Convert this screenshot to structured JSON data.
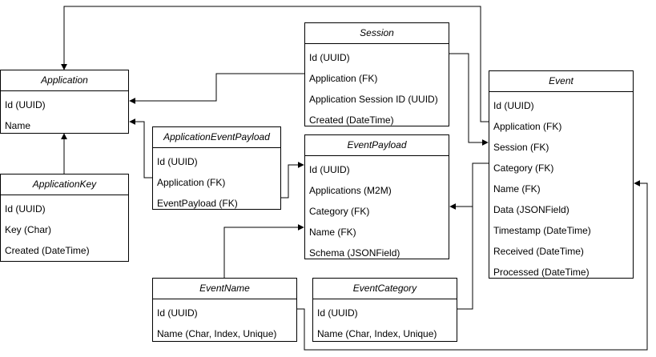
{
  "entities": {
    "application": {
      "title": "Application",
      "fields": [
        "Id (UUID)",
        "Name"
      ]
    },
    "application_key": {
      "title": "ApplicationKey",
      "fields": [
        "Id (UUID)",
        "Key (Char)",
        "Created (DateTime)"
      ]
    },
    "session": {
      "title": "Session",
      "fields": [
        "Id (UUID)",
        "Application (FK)",
        "Application Session ID (UUID)",
        "Created (DateTime)"
      ]
    },
    "application_event_payload": {
      "title": "ApplicationEventPayload",
      "fields": [
        "Id (UUID)",
        "Application (FK)",
        "EventPayload (FK)"
      ]
    },
    "event_payload": {
      "title": "EventPayload",
      "fields": [
        "Id (UUID)",
        "Applications (M2M)",
        "Category (FK)",
        "Name (FK)",
        "Schema (JSONField)"
      ]
    },
    "event": {
      "title": "Event",
      "fields": [
        "Id (UUID)",
        "Application (FK)",
        "Session (FK)",
        "Category (FK)",
        "Name (FK)",
        "Data (JSONField)",
        "Timestamp (DateTime)",
        "Received (DateTime)",
        "Processed (DateTime)"
      ]
    },
    "event_name": {
      "title": "EventName",
      "fields": [
        "Id (UUID)",
        "Name (Char, Index, Unique)"
      ]
    },
    "event_category": {
      "title": "EventCategory",
      "fields": [
        "Id (UUID)",
        "Name (Char, Index, Unique)"
      ]
    }
  }
}
